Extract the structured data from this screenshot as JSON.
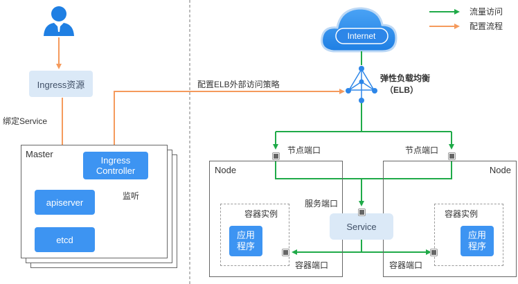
{
  "legend": {
    "traffic_label": "流量访问",
    "config_label": "配置流程",
    "traffic_color": "#1faa48",
    "config_color": "#f59a5c"
  },
  "cloud": {
    "label": "Internet"
  },
  "elb": {
    "label_line1": "弹性负载均衡",
    "label_line2": "（ELB）"
  },
  "left": {
    "ingress_resource": "Ingress资源",
    "bind_service": "绑定Service",
    "master_label": "Master",
    "ingress_controller_line1": "Ingress",
    "ingress_controller_line2": "Controller",
    "apiserver": "apiserver",
    "etcd": "etcd",
    "watch_label": "监听"
  },
  "config_elb_label": "配置ELB外部访问策略",
  "nodes": {
    "left_title": "Node",
    "right_title": "Node",
    "node_port_left": "节点端口",
    "node_port_right": "节点端口",
    "service_port": "服务端口",
    "service": "Service",
    "container_instance_left": "容器实例",
    "container_instance_right": "容器实例",
    "app_left_line1": "应用",
    "app_left_line2": "程序",
    "app_right_line1": "应用",
    "app_right_line2": "程序",
    "container_port_left": "容器端口",
    "container_port_right": "容器端口"
  }
}
